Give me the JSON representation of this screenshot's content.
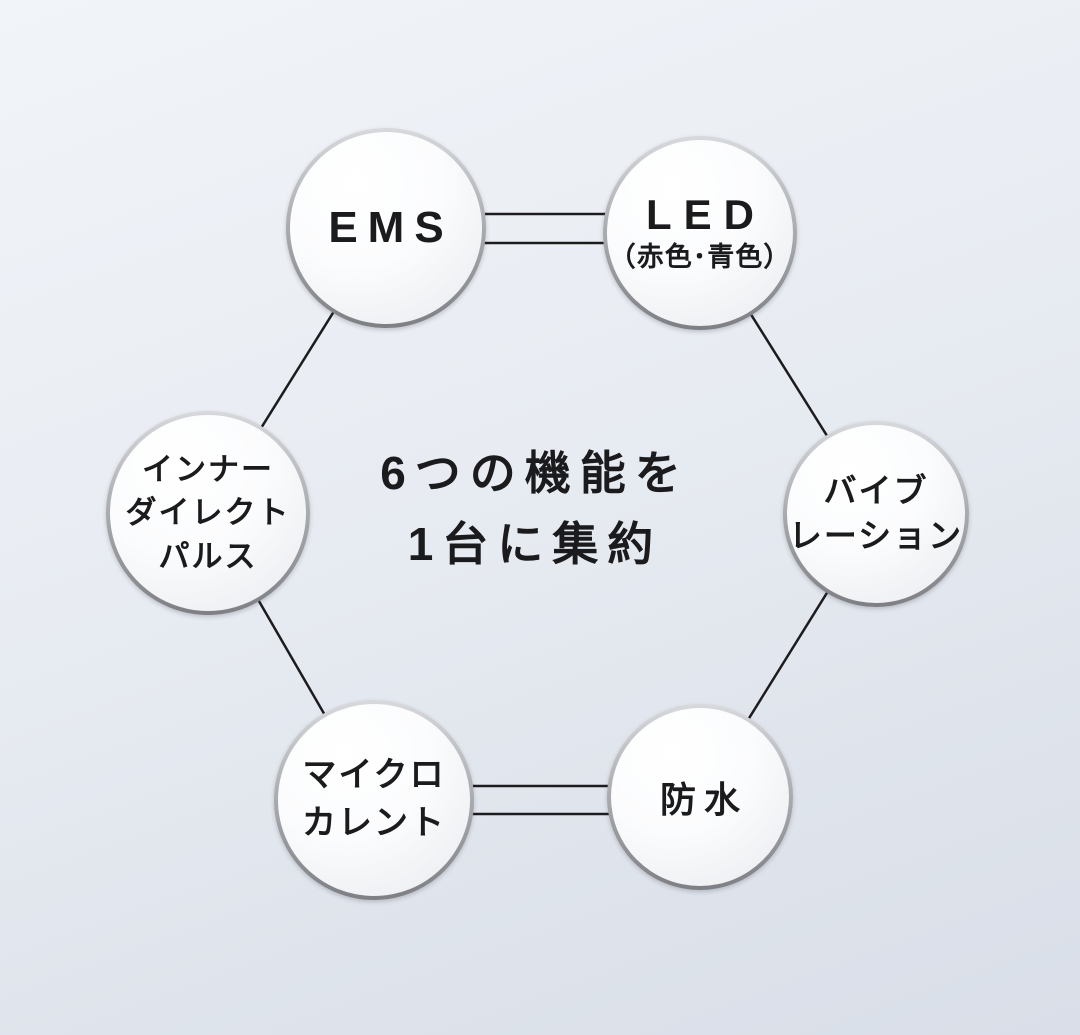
{
  "diagram": {
    "center": {
      "line1": "6つの機能を",
      "line2": "1台に集約"
    },
    "nodes": [
      {
        "id": "ems",
        "lines": [
          "EMS"
        ]
      },
      {
        "id": "led",
        "lines": [
          "LED",
          "（赤色･青色）"
        ]
      },
      {
        "id": "vibration",
        "lines": [
          "バイブ",
          "レーション"
        ]
      },
      {
        "id": "waterproof",
        "lines": [
          "防水"
        ]
      },
      {
        "id": "microcurrent",
        "lines": [
          "マイクロ",
          "カレント"
        ]
      },
      {
        "id": "inner-pulse",
        "lines": [
          "インナー",
          "ダイレクト",
          "パルス"
        ]
      }
    ],
    "colors": {
      "background_top": "#f1f4f8",
      "background_bottom": "#d9dee8",
      "ring_light": "#d8d9dc",
      "ring_dark": "#7e7f84",
      "text": "#1b1b1d",
      "connector": "#1c1c1e"
    }
  }
}
